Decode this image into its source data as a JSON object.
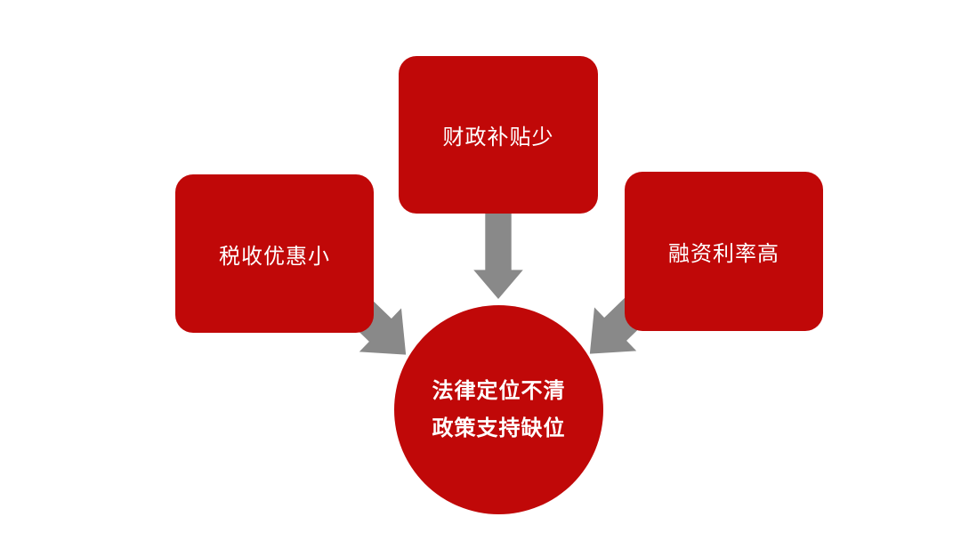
{
  "diagram": {
    "colors": {
      "background": "#FFFFFF",
      "shape_red": "#C00808",
      "arrow_gray": "#898989",
      "label_white": "#FFFFFF"
    },
    "boxes": {
      "top": {
        "label": "财政补贴少"
      },
      "left": {
        "label": "税收优惠小"
      },
      "right": {
        "label": "融资利率高"
      }
    },
    "center_circle": {
      "line1": "法律定位不清",
      "line2": "政策支持缺位"
    },
    "arrows": {
      "top": {
        "name": "down-arrow"
      },
      "left": {
        "name": "down-right-arrow"
      },
      "right": {
        "name": "down-left-arrow"
      }
    }
  }
}
